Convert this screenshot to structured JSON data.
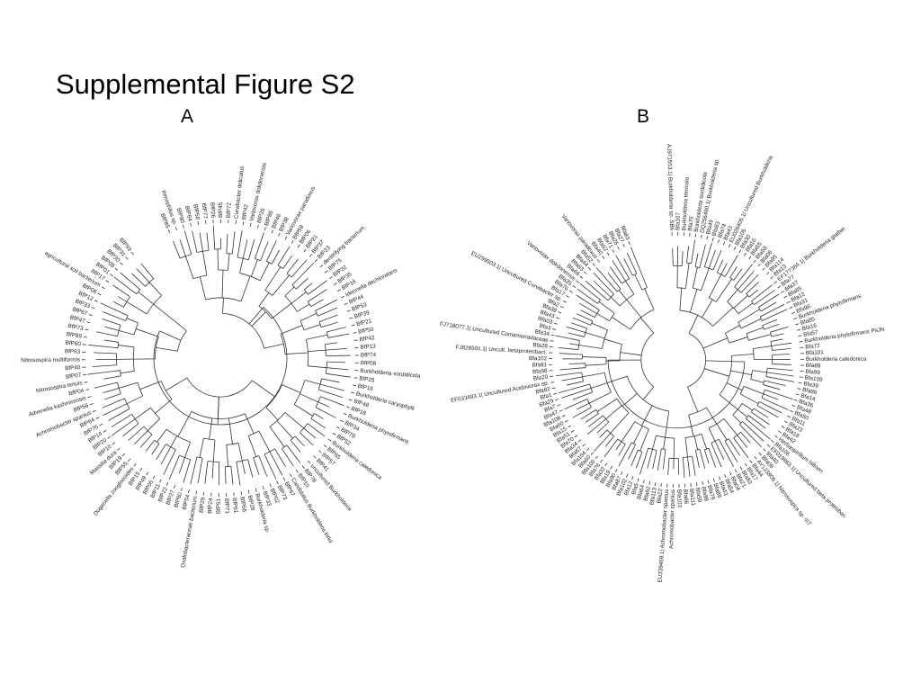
{
  "title": "Supplemental Figure S2",
  "panels": [
    {
      "label": "A",
      "leaves": [
        "BfP85",
        "Xenophilus sp.",
        "BfP90",
        "BfP84",
        "BfP58",
        "BfP77",
        "BfP26",
        "BfP45",
        "BfP72",
        "Curvibacter delicatus",
        "BfP42",
        "Variovorax dokdonensis",
        "BfP26",
        "BfP86",
        "BfP46",
        "BfP38",
        "Variovorax paradoxus",
        "BfP59",
        "BfP06",
        "BfP81",
        "BfP37",
        "BfP23",
        "denitrifying bacterium",
        "BfP75",
        "BfP32",
        "BfP35",
        "BfP16",
        "Ideonella dechloratans",
        "BfP44",
        "BfP53",
        "BfP39",
        "BfP21",
        "BfP50",
        "BfP42",
        "BfP13",
        "BfP74",
        "BfP08",
        "Burkholderia sordidicola",
        "BfP25",
        "BfP16",
        "Burkholderia caryophylli",
        "BfP48",
        "BfP18",
        "Burkholderia phytofirmans",
        "BfP34",
        "BfP79",
        "BfP52",
        "Burkholderia caledonica",
        "BfP65",
        "BfP57",
        "BfP41",
        "uncultured Burkholderia",
        "BfP78",
        "BfP10",
        "Candidatus Burkholderia kirkii",
        "BfP67",
        "BfP73",
        "BfP02",
        "BfP33",
        "Burkholderia sp.",
        "BfP28",
        "BfP56",
        "BfP61",
        "BfP71",
        "BfP51",
        "BfP24",
        "BfP29",
        "Oxalobacteraceae bacterium",
        "BfP54",
        "BfP80",
        "BfP27",
        "BfP22",
        "BfP11",
        "BfP05",
        "BfP49",
        "BfP15",
        "Duganella zoogloeoides",
        "BfP55",
        "BfP19",
        "Massilia dura",
        "BfP10",
        "BfP20",
        "BfP14",
        "BfP76",
        "BfP64",
        "Achromobacter spanius",
        "BfP56",
        "Advenella kashmirensis",
        "BfP04",
        "Nitrosospira tenuis",
        "BfP07",
        "BfP40",
        "Nitrosospira multiformis",
        "BfP63",
        "BfP60",
        "BfP89",
        "BfP73",
        "BfP47",
        "BfP67",
        "BfP33",
        "BfP12",
        "BfP08",
        "agricultural soil bacterium",
        "BfP17",
        "BfP01",
        "BfP09",
        "BfP30",
        "BfP31",
        "BfP93"
      ]
    },
    {
      "label": "B",
      "leaves": [
        "AJ971553.1| Burkholderia sp. SB6",
        "Bfa107",
        "Burkholderia terricola",
        "Bfa75",
        "Burkholderia sordidicola",
        "DQ256490.1| Burkholderia sp.",
        "Bfa49",
        "Bfa83",
        "Bfa74",
        "Bfa43",
        "EU026405.1| Uncultured Burkholderia",
        "Bfa105",
        "Bfa30",
        "Bfa10",
        "Bfa55",
        "Bfa58",
        "Bfa06",
        "Bfa95",
        "Bfa114",
        "Bfa13",
        "EF177364.1| Burkholderia glathei",
        "Bfa77",
        "Bfa37",
        "Bfa65",
        "Bfa12",
        "Bfa31",
        "Bfa96",
        "Burkholderia phytofirmans",
        "Bfa85",
        "Bfa16",
        "Bfa57",
        "Burkholderia phytofirmans PsJN",
        "Bfa72",
        "Bfa101",
        "Burkholderia caledonica",
        "Bfa88",
        "Bfa99",
        "Bfa109",
        "Bfa39",
        "Bfa86",
        "Bfa14",
        "Bfa36",
        "Bfa48",
        "Bfa50",
        "Bfa11",
        "Bfa23",
        "Bfa18",
        "Bfa42",
        "Herbaspirillum hiltneri",
        "Bfa106",
        "EF019863.1| Uncultured beta proteobac.",
        "Bfa40",
        "Bfa08",
        "AY123806.1| Nitrosospira sp. III7",
        "Bfa44",
        "Bfa17",
        "Bfa83",
        "Bfa21",
        "Bfa04",
        "Bfa54",
        "Bfa43",
        "Bfa89",
        "Bfa79",
        "Bfa98",
        "Bfa59",
        "Bfa111",
        "Bfa66",
        "Bfa103",
        "Achromobacter spanius",
        "EU339469.1| Achromobacter spanius",
        "Bfa22",
        "Bfa113",
        "Bfa82",
        "Bfa64",
        "Bfa5",
        "Bfa12",
        "Bfa102",
        "Bfa87",
        "Bfa90",
        "Bfa19",
        "Bfa32",
        "Bfa76",
        "Bfa100",
        "Bfa60",
        "Bfa104",
        "Bfa67",
        "Bfa34",
        "Bfa70",
        "Bfa51",
        "Bfa15",
        "Bfa60",
        "Bfa108",
        "Bfa47",
        "Bfa7",
        "Bfa29",
        "Bfa1",
        "Bfa82",
        "EF033493.1| Uncultured Acidovorax sp.",
        "Bfa20",
        "Bfa98",
        "Bfa91",
        "Bfa102",
        "FJ828501.1| Uncult. betaproteobact.",
        "Bfa28",
        "FJ718077.1| Uncultured Comamonadaceae",
        "Bfa34",
        "Bfa3",
        "Bfa03",
        "Bfa43",
        "Bfa38",
        "Bfa2",
        "EU299503.1| Uncultured Curvibacter sp.",
        "Bfa17",
        "Bfa76",
        "Bfa35",
        "Variovorax dokdonensis",
        "Bfa68",
        "Bfa63",
        "Bfa44",
        "Bfa52",
        "Variovorax paradoxus",
        "Bfa40",
        "Bfa62",
        "Bfa71",
        "Bfa26",
        "Bfa27",
        "Bfa83"
      ]
    }
  ]
}
